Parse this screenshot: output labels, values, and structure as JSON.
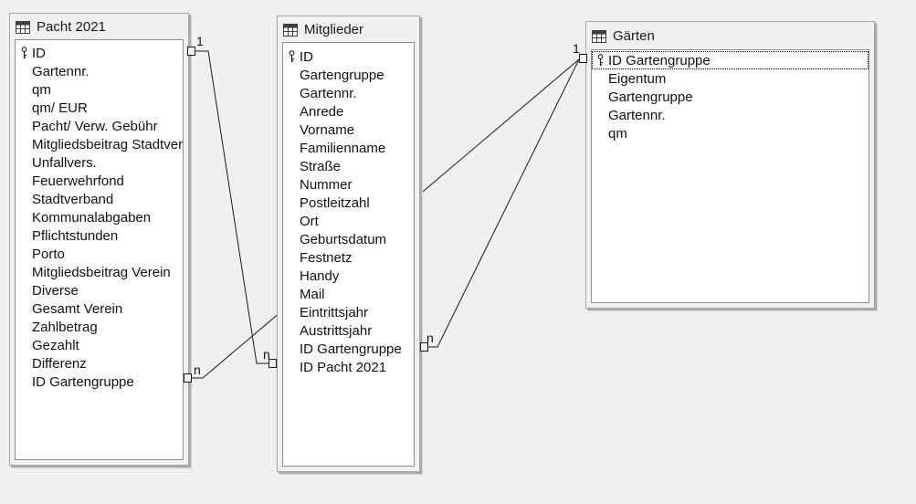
{
  "view": {
    "name": "Access relationships diagram",
    "background_color": "#f0f0f0",
    "line_color": "#1a1a1a"
  },
  "tables": [
    {
      "title": "Pacht 2021",
      "fields": [
        {
          "name": "ID",
          "key": true
        },
        {
          "name": "Gartennr."
        },
        {
          "name": "qm"
        },
        {
          "name": "qm/ EUR"
        },
        {
          "name": "Pacht/ Verw. Gebühr"
        },
        {
          "name": "Mitgliedsbeitrag Stadtverl"
        },
        {
          "name": "Unfallvers."
        },
        {
          "name": "Feuerwehrfond"
        },
        {
          "name": "Stadtverband"
        },
        {
          "name": "Kommunalabgaben"
        },
        {
          "name": "Pflichtstunden"
        },
        {
          "name": "Porto"
        },
        {
          "name": "Mitgliedsbeitrag Verein"
        },
        {
          "name": "Diverse"
        },
        {
          "name": "Gesamt Verein"
        },
        {
          "name": "Zahlbetrag"
        },
        {
          "name": "Gezahlt"
        },
        {
          "name": "Differenz"
        },
        {
          "name": "ID Gartengruppe"
        }
      ]
    },
    {
      "title": "Mitglieder",
      "fields": [
        {
          "name": "ID",
          "key": true
        },
        {
          "name": "Gartengruppe"
        },
        {
          "name": "Gartennr."
        },
        {
          "name": "Anrede"
        },
        {
          "name": "Vorname"
        },
        {
          "name": "Familienname"
        },
        {
          "name": "Straße"
        },
        {
          "name": "Nummer"
        },
        {
          "name": "Postleitzahl"
        },
        {
          "name": "Ort"
        },
        {
          "name": "Geburtsdatum"
        },
        {
          "name": "Festnetz"
        },
        {
          "name": "Handy"
        },
        {
          "name": "Mail"
        },
        {
          "name": "Eintrittsjahr"
        },
        {
          "name": "Austrittsjahr"
        },
        {
          "name": "ID Gartengruppe"
        },
        {
          "name": "ID Pacht 2021"
        }
      ]
    },
    {
      "title": "Gärten",
      "fields": [
        {
          "name": "ID Gartengruppe",
          "key": true,
          "focused": true
        },
        {
          "name": "Eigentum"
        },
        {
          "name": "Gartengruppe"
        },
        {
          "name": "Gartennr."
        },
        {
          "name": "qm"
        }
      ]
    }
  ],
  "relationships": [
    {
      "one": "Pacht 2021.ID",
      "many": "Mitglieder.ID Pacht 2021",
      "one_label": "1",
      "many_label": "n"
    },
    {
      "one": "Gärten.ID Gartengruppe",
      "many": "Pacht 2021.ID Gartengruppe",
      "one_label": "1",
      "many_label": "n"
    },
    {
      "one": "Gärten.ID Gartengruppe",
      "many": "Mitglieder.ID Gartengruppe",
      "one_label": "1",
      "many_label": "n"
    }
  ],
  "cardinality_labels": [
    {
      "text": "1",
      "at": "pacht-right-top"
    },
    {
      "text": "n",
      "at": "mitglieder-left-bottom"
    },
    {
      "text": "n",
      "at": "pacht-right-bottom"
    },
    {
      "text": "n",
      "at": "mitglieder-right"
    },
    {
      "text": "1",
      "at": "gaerten-left"
    }
  ]
}
